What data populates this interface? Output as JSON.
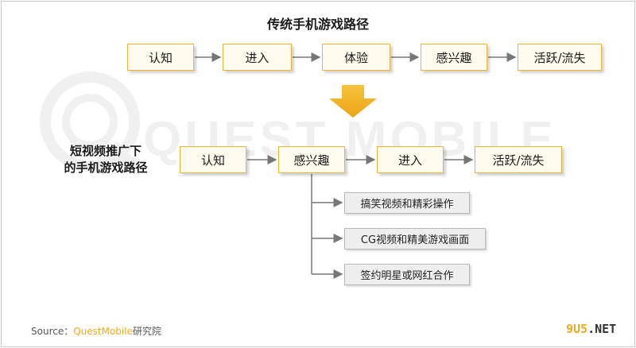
{
  "watermark": {
    "text": "QUEST MOBILE"
  },
  "title": "传统手机游戏路径",
  "traditional_path": [
    "认知",
    "进入",
    "体验",
    "感兴趣",
    "活跃/流失"
  ],
  "new_path_label_line1": "短视频推广下",
  "new_path_label_line2": "的手机游戏路径",
  "new_path": [
    "认知",
    "感兴趣",
    "进入",
    "活跃/流失"
  ],
  "interest_drivers": [
    "搞笑视频和精彩操作",
    "CG视频和精美游戏画面",
    "签约明星或网红合作"
  ],
  "source": {
    "prefix": "Source：",
    "brand": "QuestMobile",
    "suffix": "研究院"
  },
  "site": {
    "part1": "9U5",
    "part2": ".NET"
  },
  "colors": {
    "accent": "#f0a81c",
    "box_border": "#f2b233",
    "box_fill": "#fffbef",
    "sub_fill": "#eeeeee",
    "arrow": "#777777"
  }
}
